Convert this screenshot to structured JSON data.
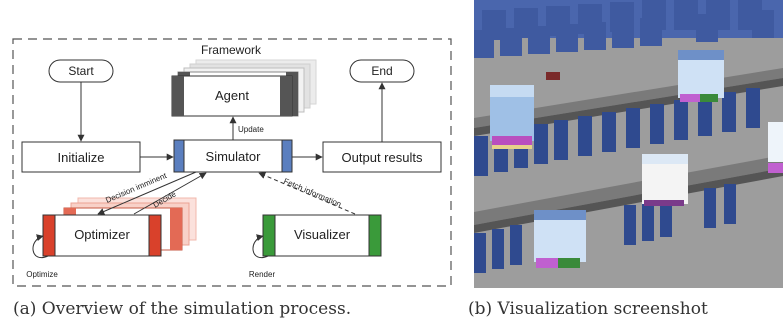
{
  "diagram": {
    "framework_label": "Framework",
    "nodes": {
      "start": "Start",
      "end": "End",
      "agent": "Agent",
      "initialize": "Initialize",
      "simulator": "Simulator",
      "output": "Output results",
      "optimizer": "Optimizer",
      "visualizer": "Visualizer"
    },
    "edges": {
      "update": "Update",
      "decision_imminent": "Decision imminent",
      "decide": "Decide",
      "fetch_information": "Fetch information",
      "optimize": "Optimize",
      "render": "Render"
    },
    "colors": {
      "simulator_accent": "#5b7fbf",
      "optimizer_accent": "#d9412b",
      "visualizer_accent": "#3a9a3a",
      "agent_accent": "#555555"
    }
  },
  "captions": {
    "a": "(a) Overview of the simulation process.",
    "b": "(b) Visualization screenshot"
  }
}
